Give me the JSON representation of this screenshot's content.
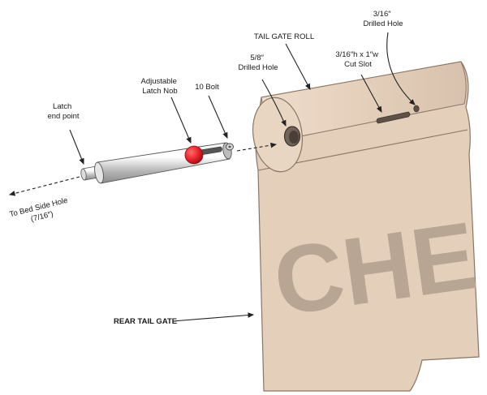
{
  "labels": {
    "drilled_hole_small": [
      "3/16″",
      "Drilled Hole"
    ],
    "tail_gate_roll": "TAIL GATE ROLL",
    "drilled_hole_large": [
      "5/8″",
      "Drilled Hole"
    ],
    "cut_slot": [
      "3/16″h x 1″w",
      "Cut Slot"
    ],
    "adjustable_latch_nob": [
      "Adjustable",
      "Latch Nob"
    ],
    "bolt": "10 Bolt",
    "latch_end_point": [
      "Latch",
      "end point"
    ],
    "bed_side_hole": [
      "To Bed Side Hole",
      "(7/16″)"
    ],
    "rear_tail_gate": "REAR TAIL GATE"
  },
  "tailgate_lettering": "CHE",
  "colors": {
    "tailgate": "#e4cfbb",
    "tailgate_edge": "#8a7565",
    "lettering": "#b9a593",
    "latch_knob": "#e8202a",
    "latch_body": "#c9c9c9"
  }
}
